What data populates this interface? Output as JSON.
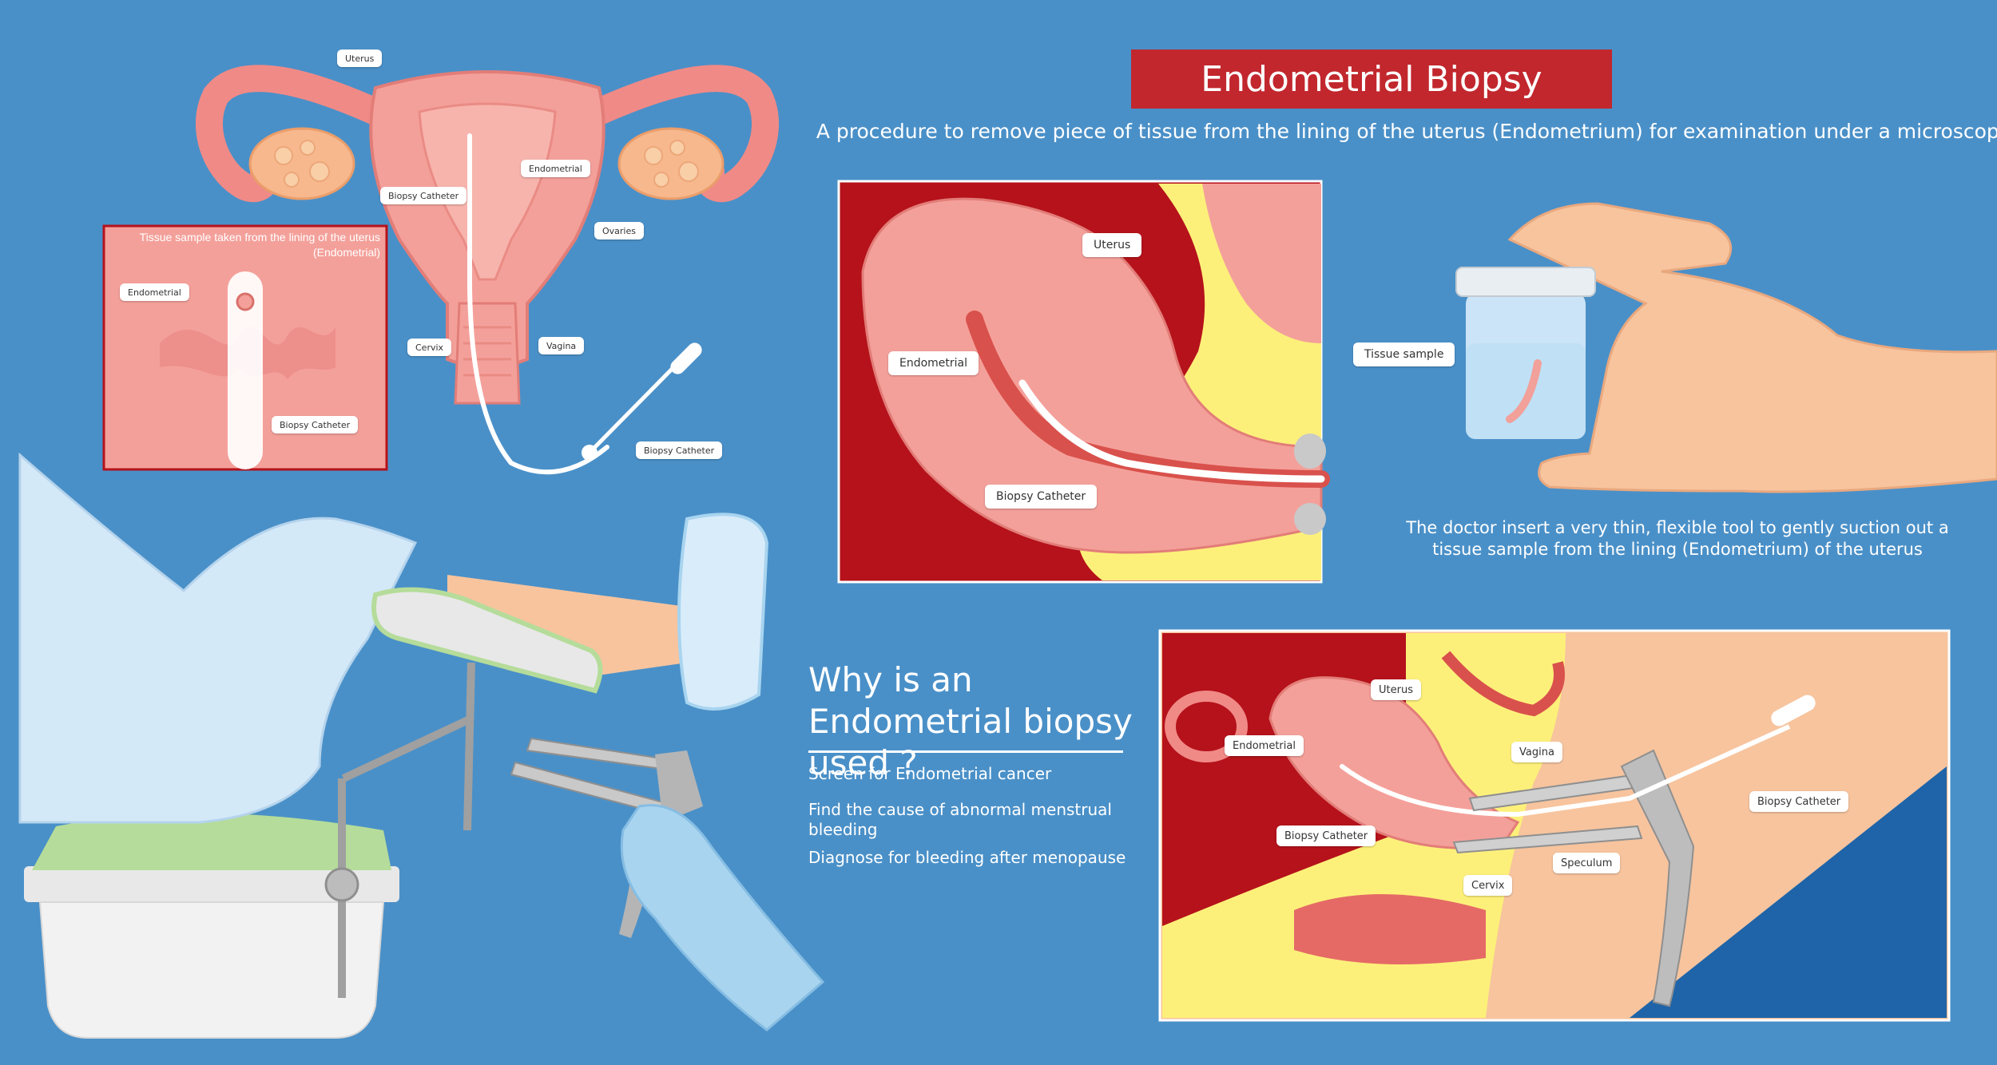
{
  "title": "Endometrial Biopsy",
  "subtitle": "A procedure to remove piece of tissue from the lining of the uterus (Endometrium) for examination under a microscope",
  "anatomy_labels": {
    "uterus": "Uterus",
    "endometrial": "Endometrial",
    "biopsy_catheter": "Biopsy Catheter",
    "ovaries": "Ovaries",
    "cervix": "Cervix",
    "vagina": "Vagina",
    "biopsy_catheter_tool": "Biopsy Catheter"
  },
  "inset": {
    "caption": "Tissue sample taken from the lining of the uterus (Endometrial)",
    "endometrial": "Endometrial",
    "biopsy_catheter": "Biopsy Catheter"
  },
  "closeup_labels": {
    "uterus": "Uterus",
    "endometrial": "Endometrial",
    "biopsy_catheter": "Biopsy Catheter"
  },
  "sample": {
    "label": "Tissue sample",
    "description": "The doctor insert a very thin, flexible tool to gently suction out a tissue sample from the lining (Endometrium) of the uterus"
  },
  "why": {
    "title": "Why is an Endometrial biopsy used ?",
    "items": [
      "Screen for Endometrial cancer",
      "Find the cause of abnormal menstrual bleeding",
      "Diagnose for bleeding after menopause"
    ]
  },
  "cross_section_labels": {
    "uterus": "Uterus",
    "endometrial": "Endometrial",
    "vagina": "Vagina",
    "biopsy_catheter_left": "Biopsy Catheter",
    "cervix": "Cervix",
    "speculum": "Speculum",
    "biopsy_catheter_right": "Biopsy Catheter"
  },
  "colors": {
    "background": "#4a90c8",
    "banner": "#c1272d",
    "tissue": "#f4a09a",
    "dark_tissue": "#b5121b",
    "fat": "#fdf07a",
    "skin": "#f7c49e",
    "glove": "#a8d4ef"
  }
}
